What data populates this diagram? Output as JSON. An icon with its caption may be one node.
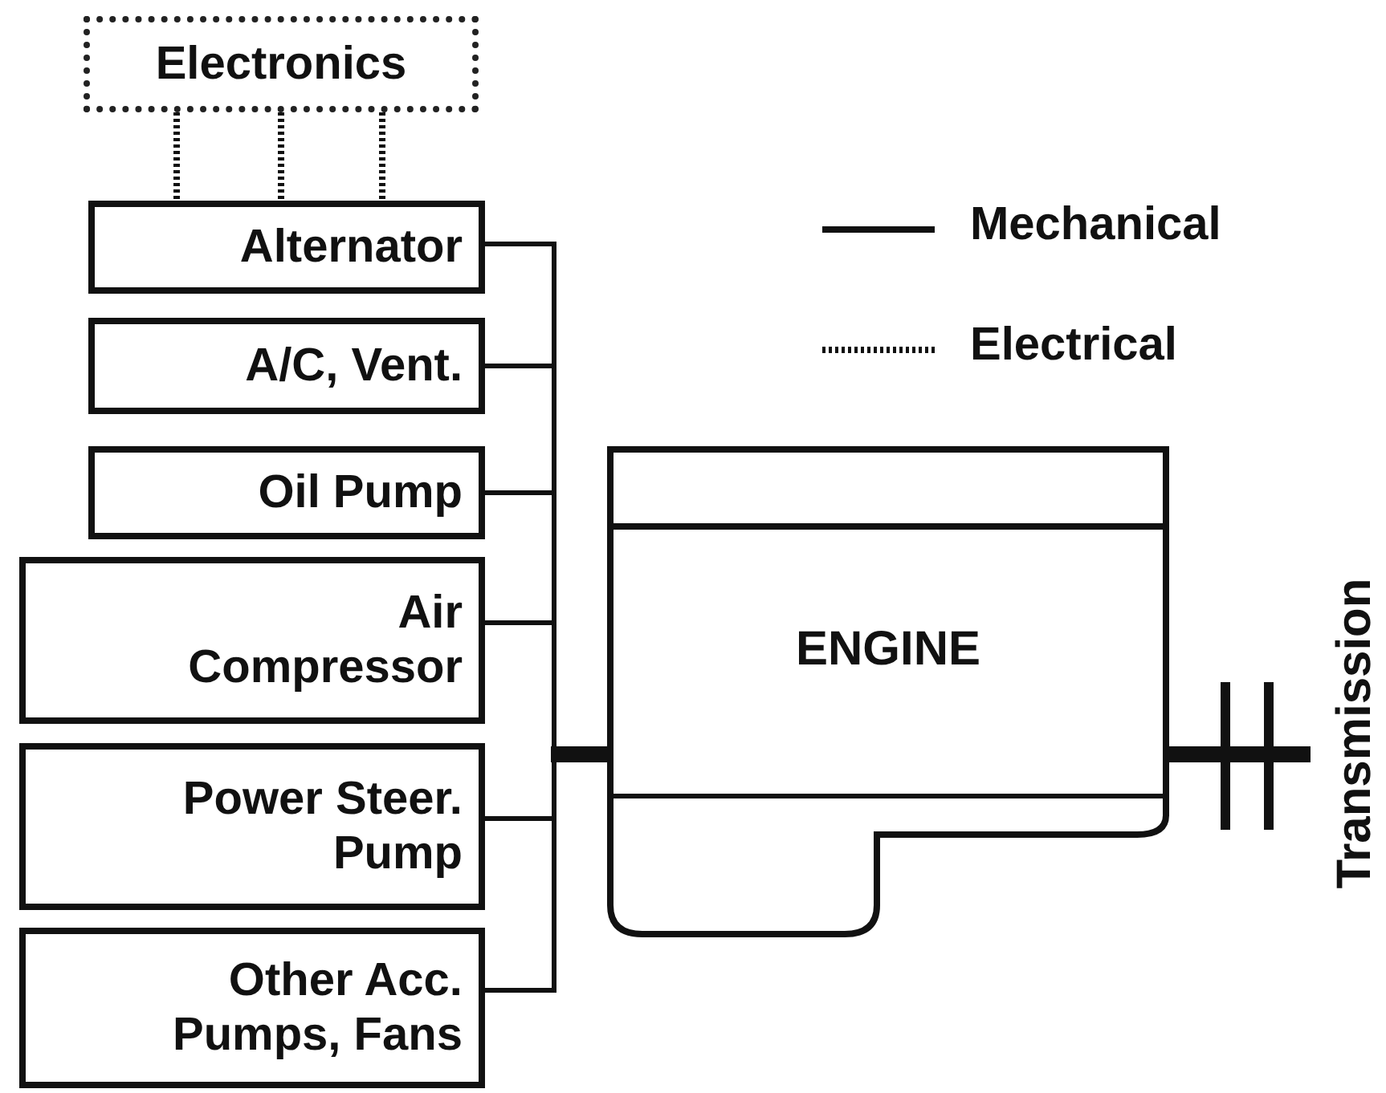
{
  "diagram": {
    "nodes": [
      {
        "text": [
          "Electronics"
        ]
      },
      {
        "text": [
          "Alternator"
        ]
      },
      {
        "text": [
          "A/C, Vent."
        ]
      },
      {
        "text": [
          "Oil Pump"
        ]
      },
      {
        "text": [
          "Air Compressor"
        ]
      },
      {
        "text": [
          "Power Steer. Pump"
        ]
      },
      {
        "text": [
          "Other Acc. Pumps, Fans"
        ]
      },
      {
        "text": [
          "ENGINE"
        ]
      },
      {
        "text": [
          "Transmission"
        ]
      }
    ],
    "edges": [
      {
        "from": 0,
        "to": 1,
        "arrow": "none",
        "style": "dashed"
      },
      {
        "from": 0,
        "to": 1,
        "arrow": "none",
        "style": "dashed"
      },
      {
        "from": 0,
        "to": 1,
        "arrow": "none",
        "style": "dashed"
      },
      {
        "from": 1,
        "to": 7,
        "arrow": "none"
      },
      {
        "from": 2,
        "to": 7,
        "arrow": "none"
      },
      {
        "from": 3,
        "to": 7,
        "arrow": "none"
      },
      {
        "from": 4,
        "to": 7,
        "arrow": "none"
      },
      {
        "from": 5,
        "to": 7,
        "arrow": "none"
      },
      {
        "from": 6,
        "to": 7,
        "arrow": "none"
      },
      {
        "from": 7,
        "to": 8,
        "arrow": "none",
        "style": "thick"
      }
    ],
    "legend": [
      {
        "text": "Mechanical"
      },
      {
        "text": "Electrical"
      }
    ]
  }
}
